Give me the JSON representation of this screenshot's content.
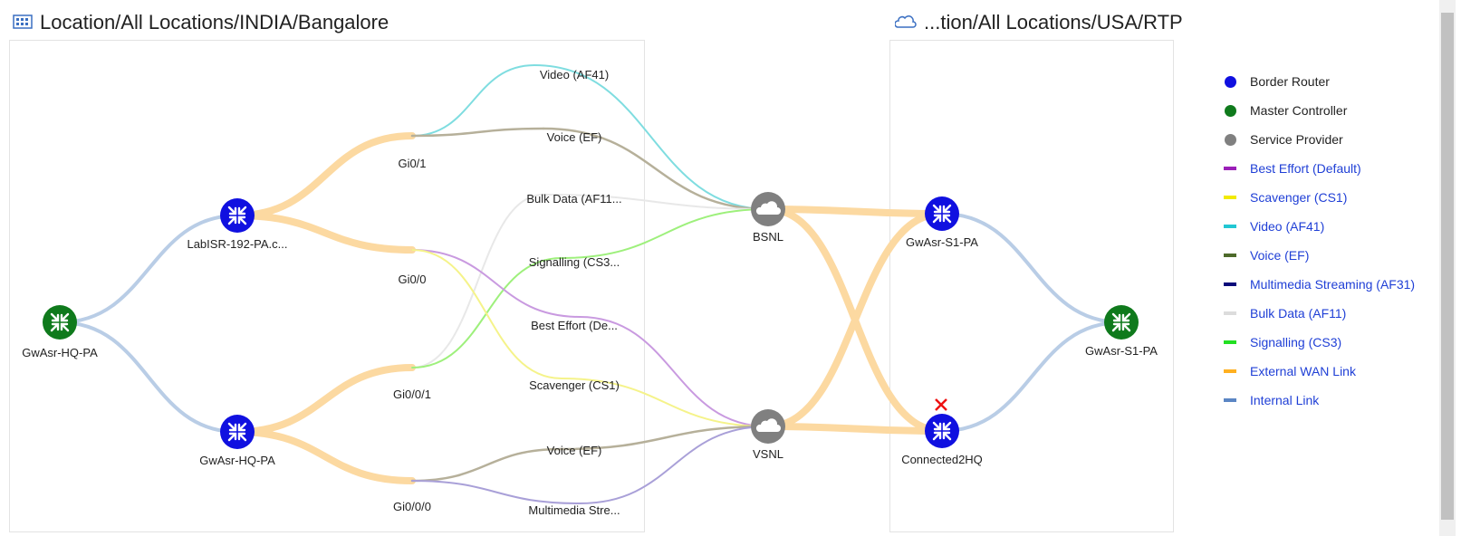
{
  "locations": {
    "left": {
      "title": "Location/All Locations/INDIA/Bangalore",
      "icon": "building-icon"
    },
    "right": {
      "title": "...tion/All Locations/USA/RTP",
      "icon": "cloud-outline-icon"
    }
  },
  "colors": {
    "border_router": "#1010e0",
    "master_controller": "#0f7a1c",
    "service_provider": "#808080",
    "external_wan": "#fcd9a1",
    "internal": "#b9cde6",
    "video": "#7fdde0",
    "voice": "#b6b09a",
    "bulk": "#e8e8e8",
    "signalling": "#9ef07c",
    "best_effort": "#c99ae0",
    "scavenger": "#f5f38a",
    "multimedia": "#a9a0d8",
    "error": "#ee1111"
  },
  "nodes": {
    "gwasr_hq_mc": "GwAsr-HQ-PA",
    "labisr": "LabISR-192-PA.c...",
    "gwasr_hq_br": "GwAsr-HQ-PA",
    "bsnl": "BSNL",
    "vsnl": "VSNL",
    "gwasr_s1_br": "GwAsr-S1-PA",
    "connected2hq": "Connected2HQ",
    "gwasr_s1_mc": "GwAsr-S1-PA"
  },
  "interfaces": {
    "gi0_1": "Gi0/1",
    "gi0_0": "Gi0/0",
    "gi0_0_1": "Gi0/0/1",
    "gi0_0_0": "Gi0/0/0"
  },
  "classes": {
    "video_af41": "Video (AF41)",
    "voice_ef_top": "Voice (EF)",
    "bulk_data": "Bulk Data (AF11...",
    "signalling": "Signalling (CS3...",
    "best_effort": "Best Effort (De...",
    "scavenger": "Scavenger (CS1)",
    "voice_ef_bottom": "Voice (EF)",
    "multimedia": "Multimedia Stre..."
  },
  "legend": [
    {
      "label": "Border Router",
      "kind": "dot",
      "color": "#1010e0",
      "link": false
    },
    {
      "label": "Master Controller",
      "kind": "dot",
      "color": "#0f7a1c",
      "link": false
    },
    {
      "label": "Service Provider",
      "kind": "dot",
      "color": "#808080",
      "link": false
    },
    {
      "label": "Best Effort (Default)",
      "kind": "line",
      "color": "#9b1fb8",
      "link": true
    },
    {
      "label": "Scavenger (CS1)",
      "kind": "line",
      "color": "#f2ea00",
      "link": true
    },
    {
      "label": "Video (AF41)",
      "kind": "line",
      "color": "#22c7d3",
      "link": true
    },
    {
      "label": "Voice (EF)",
      "kind": "line",
      "color": "#4e6a2a",
      "link": true
    },
    {
      "label": "Multimedia Streaming (AF31)",
      "kind": "line",
      "color": "#0a0a7a",
      "link": true
    },
    {
      "label": "Bulk Data (AF11)",
      "kind": "line",
      "color": "#dcdcdc",
      "link": true
    },
    {
      "label": "Signalling (CS3)",
      "kind": "line",
      "color": "#22e022",
      "link": true
    },
    {
      "label": "External WAN Link",
      "kind": "line",
      "color": "#ffb020",
      "link": true
    },
    {
      "label": "Internal Link",
      "kind": "line",
      "color": "#5b86c4",
      "link": true
    }
  ]
}
